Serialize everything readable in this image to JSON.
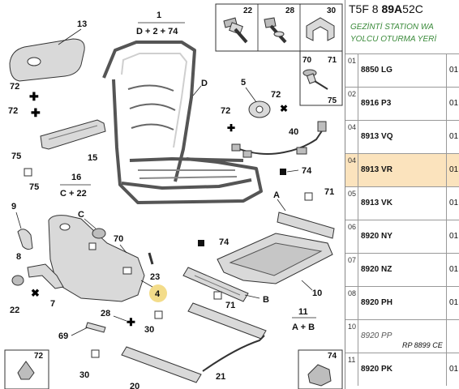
{
  "panel": {
    "reference_parts": [
      "T5F",
      "8",
      "89A",
      "52C"
    ],
    "description_lines": [
      "GEZİNTİ STATION WA",
      "YOLCU OTURMA YERİ"
    ],
    "rows": [
      {
        "index": "01",
        "code": "8850 LG",
        "qty": "01",
        "selected": false,
        "italic": false,
        "note": ""
      },
      {
        "index": "02",
        "code": "8916 P3",
        "qty": "01",
        "selected": false,
        "italic": false,
        "note": ""
      },
      {
        "index": "04",
        "code": "8913 VQ",
        "qty": "01",
        "selected": false,
        "italic": false,
        "note": ""
      },
      {
        "index": "04",
        "code": "8913 VR",
        "qty": "01",
        "selected": true,
        "italic": false,
        "note": ""
      },
      {
        "index": "05",
        "code": "8913 VK",
        "qty": "01",
        "selected": false,
        "italic": false,
        "note": ""
      },
      {
        "index": "06",
        "code": "8920 NY",
        "qty": "01",
        "selected": false,
        "italic": false,
        "note": ""
      },
      {
        "index": "07",
        "code": "8920 NZ",
        "qty": "01",
        "selected": false,
        "italic": false,
        "note": ""
      },
      {
        "index": "08",
        "code": "8920 PH",
        "qty": "01",
        "selected": false,
        "italic": false,
        "note": ""
      },
      {
        "index": "10",
        "code": "8920 PP",
        "qty": "",
        "selected": false,
        "italic": true,
        "note": "RP 8899 CE"
      },
      {
        "index": "11",
        "code": "8920 PK",
        "qty": "01",
        "selected": false,
        "italic": false,
        "note": ""
      }
    ]
  },
  "diagram": {
    "labels": {
      "n1": "1",
      "n1_sub": "D + 2 + 74",
      "n13": "13",
      "n72a": "72",
      "n72b": "72",
      "n75a": "75",
      "n15": "15",
      "n75b": "75",
      "n16": "16",
      "n16_sub": "C + 22",
      "n9": "9",
      "nC": "C",
      "n70": "70",
      "n8": "8",
      "n7": "7",
      "n22": "22",
      "nD": "D",
      "n5": "5",
      "n72c": "72",
      "n72d": "72",
      "n40": "40",
      "n74a": "74",
      "nA": "A",
      "n71a": "71",
      "n74b": "74",
      "n23": "23",
      "n4": "4",
      "n10": "10",
      "n71b": "71",
      "nB": "B",
      "n28": "28",
      "n30a": "30",
      "n69": "69",
      "n11": "11",
      "n11_sub": "A + B",
      "n30b": "30",
      "n20": "20",
      "n21": "21",
      "inset_22": "22",
      "inset_28": "28",
      "inset_30": "30",
      "inset_70": "70",
      "inset_71": "71",
      "inset_75": "75",
      "inset_72": "72",
      "inset_74": "74"
    },
    "highlight_color": "#f3dc8a"
  }
}
